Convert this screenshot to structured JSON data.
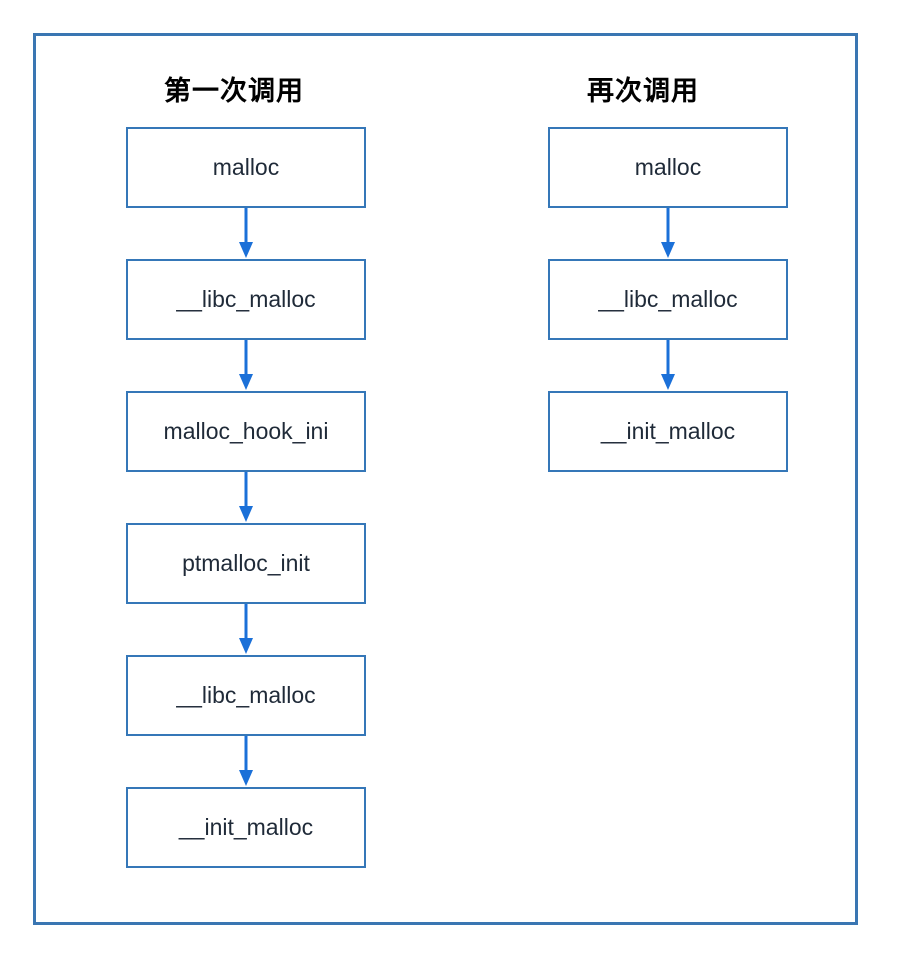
{
  "diagram": {
    "columns": [
      {
        "title": "第一次调用",
        "nodes": [
          "malloc",
          "__libc_malloc",
          "malloc_hook_ini",
          "ptmalloc_init",
          "__libc_malloc",
          "__init_malloc"
        ]
      },
      {
        "title": "再次调用",
        "nodes": [
          "malloc",
          "__libc_malloc",
          "__init_malloc"
        ]
      }
    ],
    "colors": {
      "frame_border": "#3A76B2",
      "node_border": "#3577B8",
      "arrow": "#1B70D8",
      "node_text": "#1F2A38",
      "title_text": "#000000"
    }
  }
}
